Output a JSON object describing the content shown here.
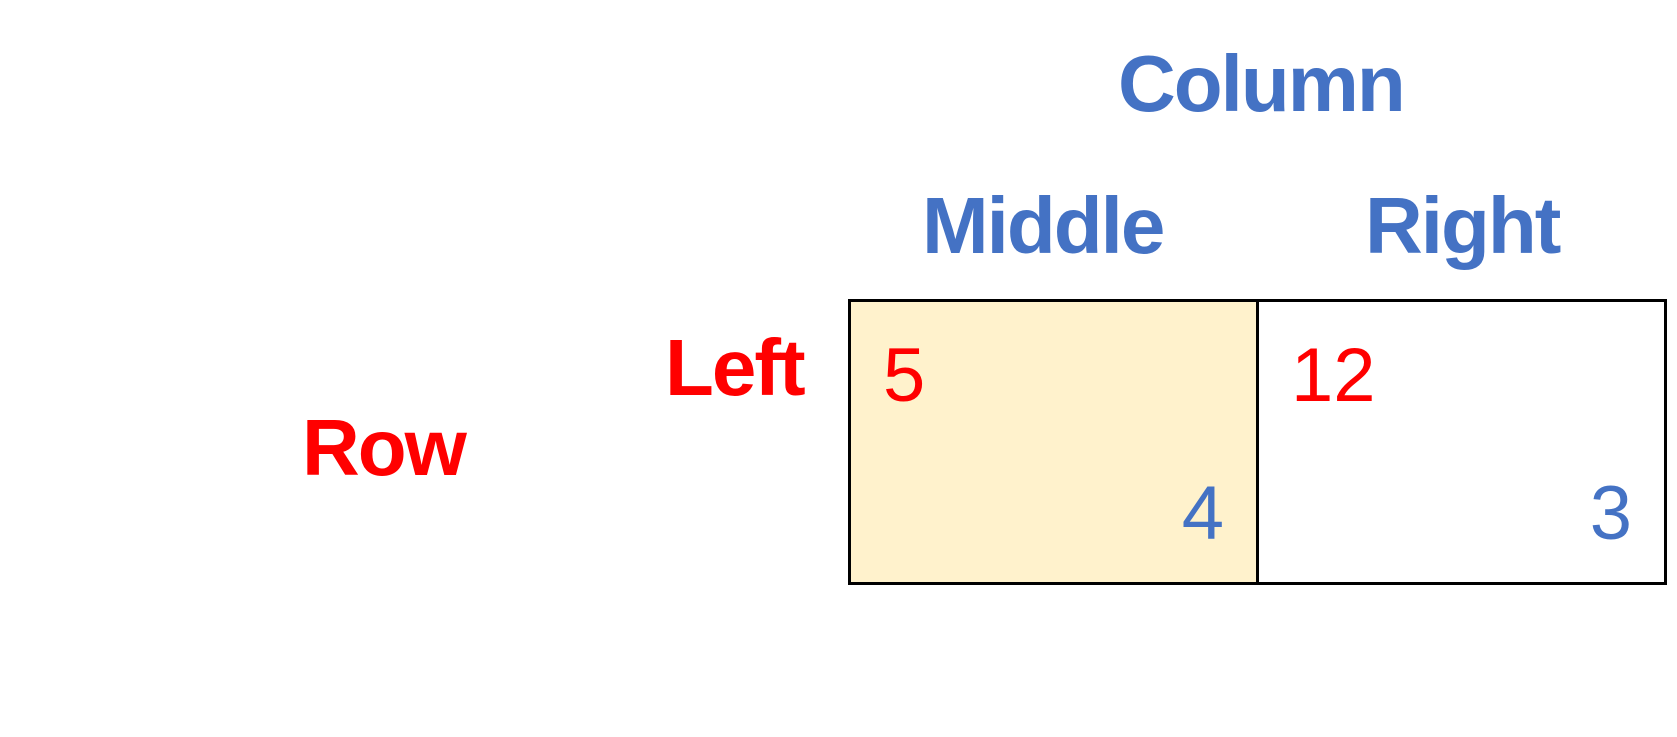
{
  "column_player": {
    "title": "Column",
    "strategies": [
      "Middle",
      "Right"
    ],
    "color": "#4472c4"
  },
  "row_player": {
    "title": "Row",
    "strategies": [
      "Left"
    ],
    "color": "#ff0000"
  },
  "payoff_matrix": {
    "rows": [
      {
        "label": "Left",
        "cells": [
          {
            "column": "Middle",
            "row_payoff": "5",
            "column_payoff": "4",
            "highlighted": true
          },
          {
            "column": "Right",
            "row_payoff": "12",
            "column_payoff": "3",
            "highlighted": false
          }
        ]
      }
    ]
  },
  "colors": {
    "highlight": "#fff2cc",
    "border": "#000000"
  }
}
